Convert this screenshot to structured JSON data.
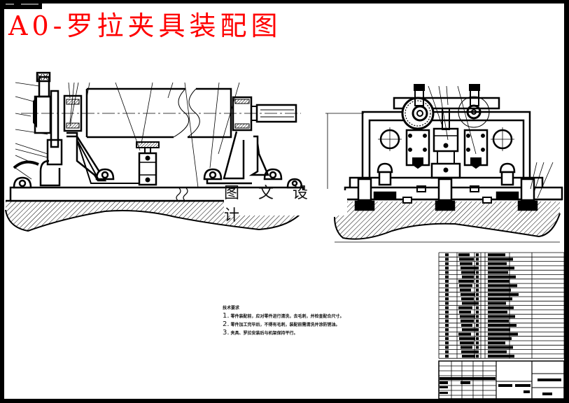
{
  "drawing": {
    "title": "A0-罗拉夹具装配图",
    "title_color": "#ff0000",
    "watermark": "图 文 设 计",
    "views": [
      "front-view",
      "side-view"
    ]
  },
  "technical_requirements": {
    "heading": "技术要求",
    "items": [
      {
        "num": "1.",
        "text": "零件装配前，应对零件进行清洗，去毛刺，并检查配合尺寸。"
      },
      {
        "num": "2.",
        "text": "零件加工完毕后，不得有毛刺，装配前需清洗并涂防锈油。"
      },
      {
        "num": "3.",
        "text": "夹具、罗拉安装后与机架保持平行。"
      }
    ]
  },
  "parts_list": {
    "row_count": 24,
    "columns": [
      "序号",
      "代号",
      "数量",
      "名称",
      "材料",
      "备注"
    ]
  },
  "title_block": {
    "present": true
  }
}
